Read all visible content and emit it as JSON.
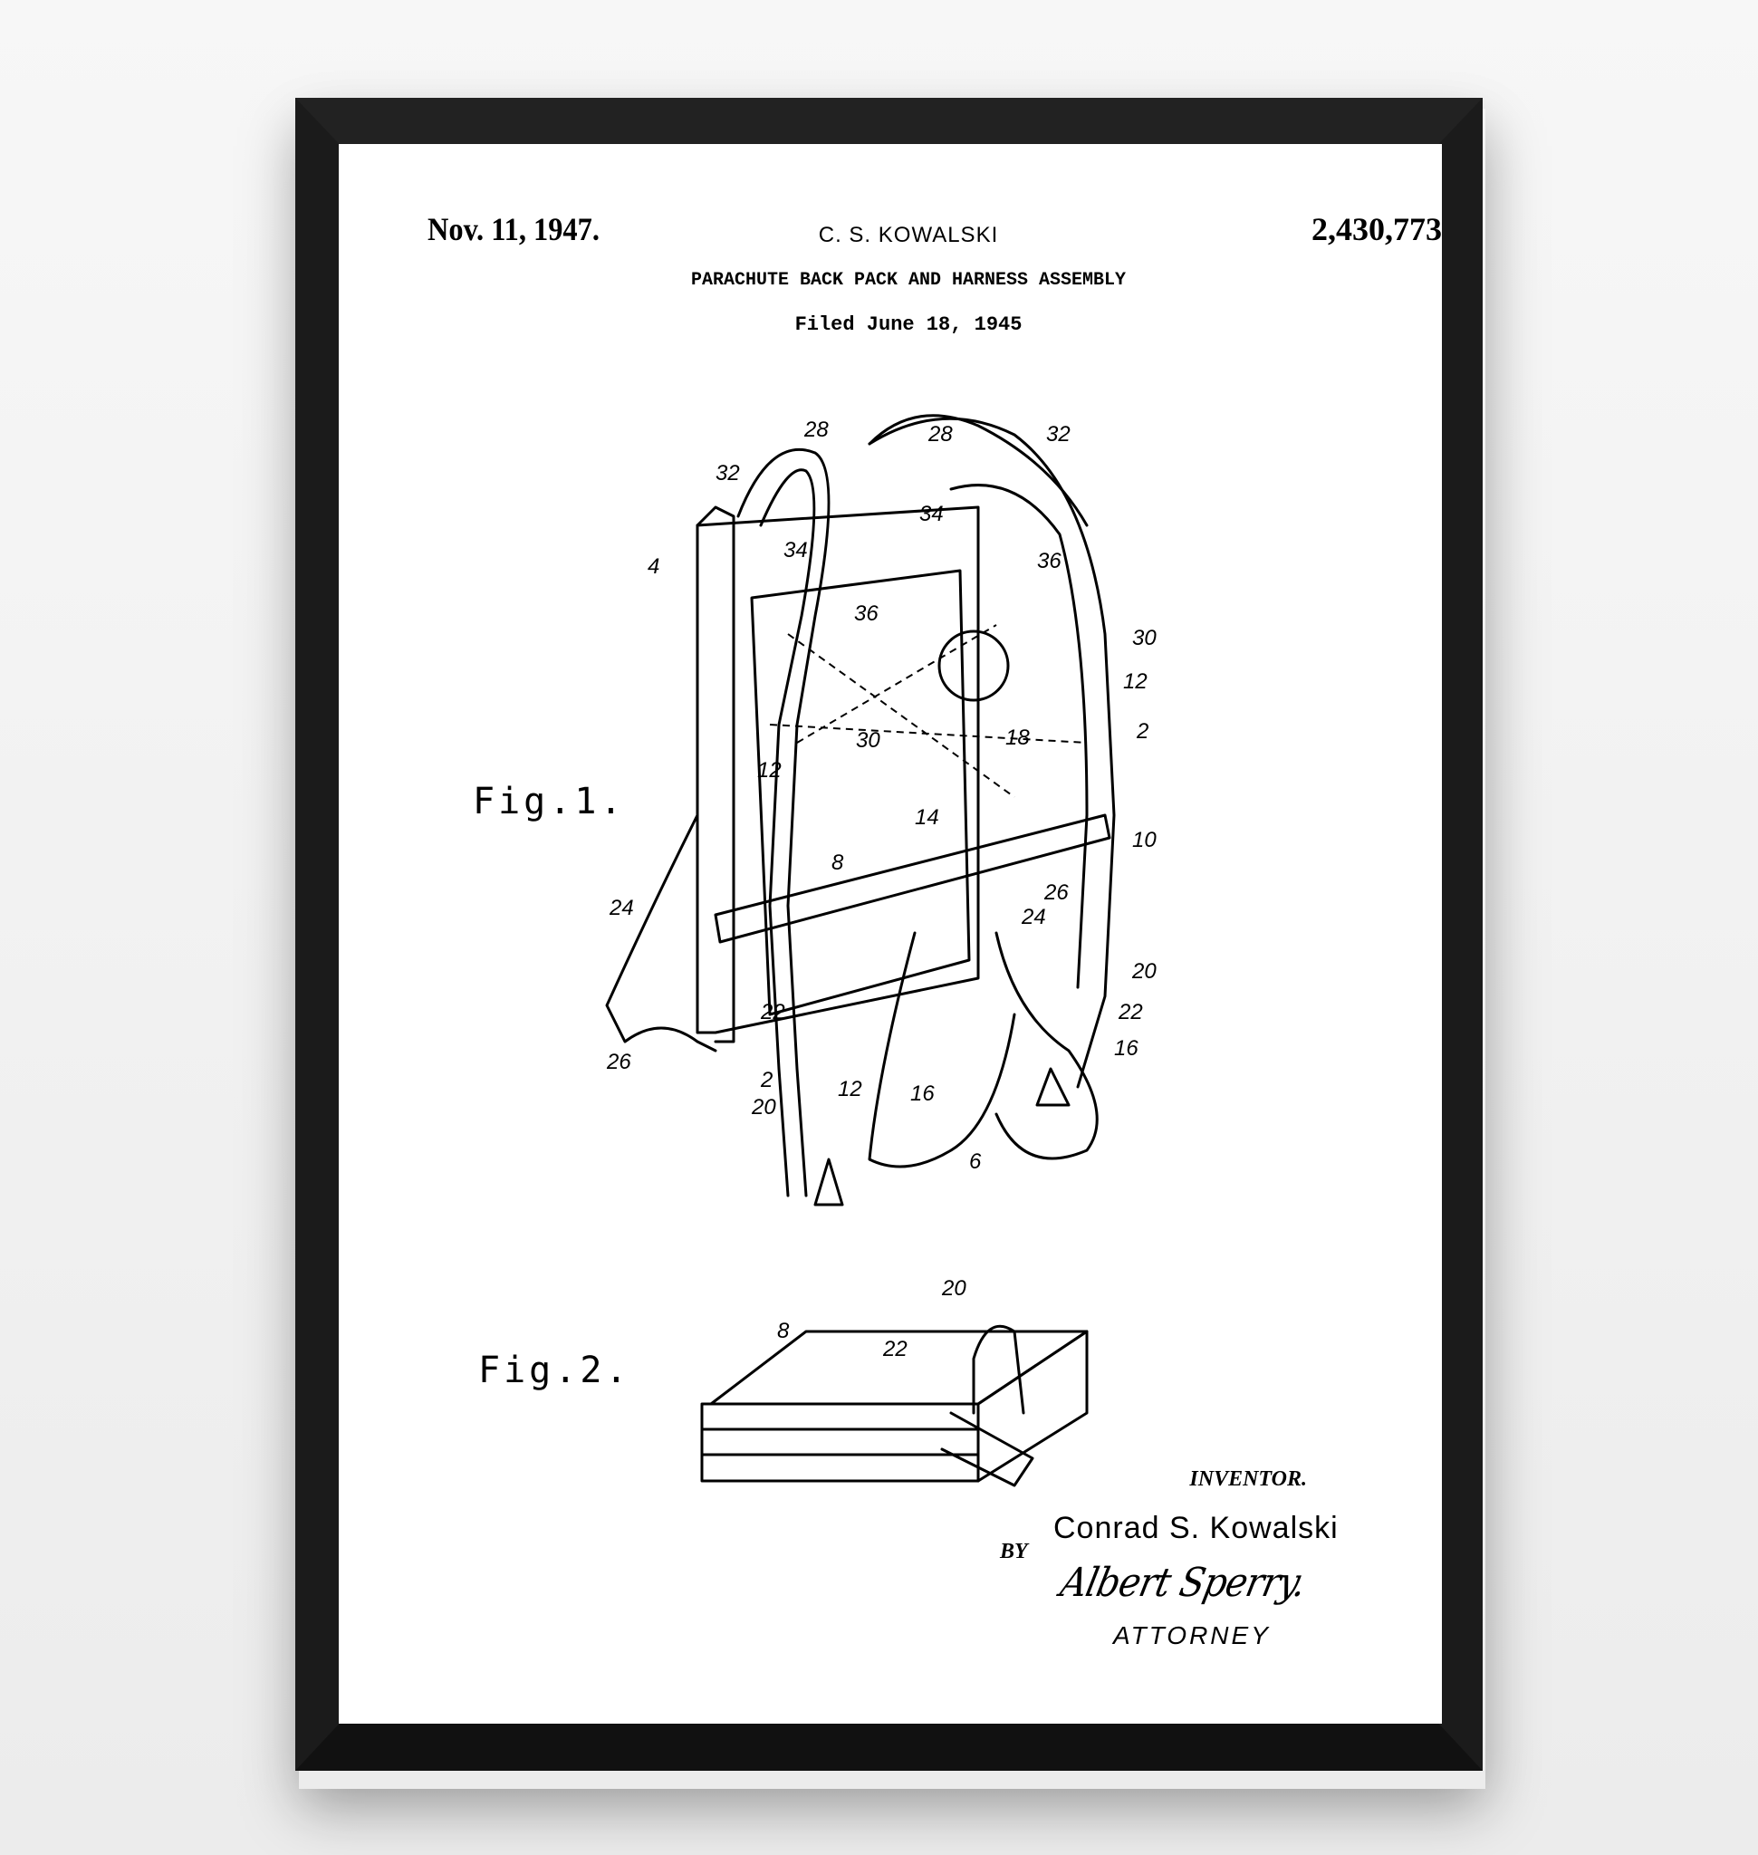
{
  "patent": {
    "date": "Nov. 11, 1947.",
    "inventor_header": "C. S. KOWALSKI",
    "number": "2,430,773",
    "title": "PARACHUTE BACK PACK AND HARNESS ASSEMBLY",
    "filed": "Filed June 18, 1945"
  },
  "figures": {
    "fig1_label": "Fig.1.",
    "fig2_label": "Fig.2.",
    "fig1_callouts": [
      "28",
      "32",
      "28",
      "32",
      "34",
      "34",
      "4",
      "36",
      "36",
      "30",
      "12",
      "30",
      "12",
      "2",
      "18",
      "14",
      "10",
      "8",
      "26",
      "24",
      "24",
      "20",
      "22",
      "22",
      "26",
      "2",
      "20",
      "12",
      "16",
      "16",
      "6"
    ],
    "fig2_callouts": [
      "20",
      "8",
      "22"
    ]
  },
  "signature_block": {
    "inventor_label": "INVENTOR.",
    "inventor_name": "Conrad S. Kowalski",
    "by": "BY",
    "attorney_signature": "Albert Sperry.",
    "attorney_label": "ATTORNEY"
  },
  "colors": {
    "frame": "#1b1b1b",
    "paper": "#ffffff",
    "ink": "#000000"
  }
}
